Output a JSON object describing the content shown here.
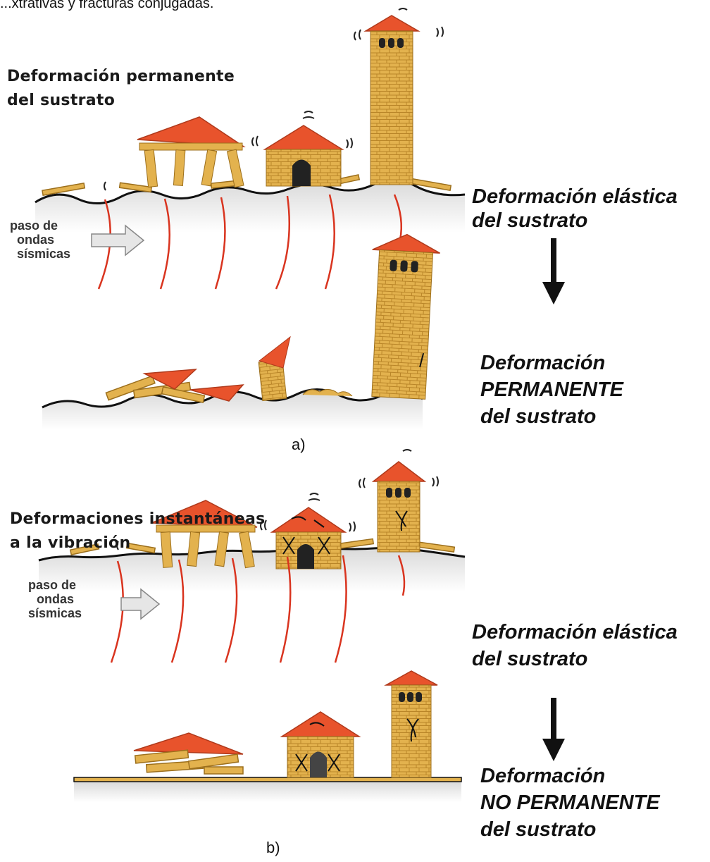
{
  "top_text": "...xtrativas y fracturas conjugadas.",
  "panel_a": {
    "caption": "a)",
    "title_line1": "Deformación permanente",
    "title_line2": "del sustrato",
    "wave_line1": "paso de",
    "wave_line2": "ondas",
    "wave_line3": "sísmicas",
    "elastic_line1": "Deformación elástica",
    "elastic_line2": "del sustrato",
    "result_line1": "Deformación",
    "result_line2": "PERMANENTE",
    "result_line3": "del sustrato"
  },
  "panel_b": {
    "caption": "b)",
    "title_line1": "Deformaciones instantáneas",
    "title_line2": "a la vibración",
    "wave_line1": "paso de",
    "wave_line2": "ondas",
    "wave_line3": "sísmicas",
    "elastic_line1": "Deformación elástica",
    "elastic_line2": "del sustrato",
    "result_line1": "Deformación",
    "result_line2": "NO PERMANENTE",
    "result_line3": "del sustrato"
  },
  "colors": {
    "roof": "#e8532c",
    "wall": "#e3b24e",
    "wall_line": "#b07d22",
    "wave": "#d9341f",
    "ground": "#e4e4e4",
    "door": "#222222",
    "arrow": "#111111"
  }
}
